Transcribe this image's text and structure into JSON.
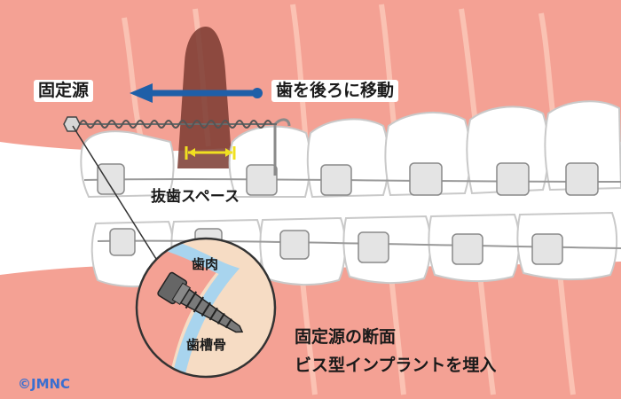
{
  "labels": {
    "anchorage": "固定源",
    "move_teeth_back": "歯を後ろに移動",
    "extraction_space": "抜歯スペース",
    "gum": "歯肉",
    "alveolar_bone": "歯槽骨",
    "caption_line1": "固定源の断面",
    "caption_line2": "ビス型インプラントを埋入",
    "copyright": "©JMNC"
  },
  "colors": {
    "gum": "#f4a194",
    "gum_dark": "#e88878",
    "tooth": "#ffffff",
    "tooth_outline": "#c9c9c9",
    "bracket": "#d8d8d8",
    "arrow_blue": "#1f5fa8",
    "extraction_root": "#7a3a30",
    "space_indicator": "#f0e020",
    "bone": "#f6dcc4",
    "membrane": "#a8d4ee",
    "copyright": "#3a6fd0"
  },
  "icons": {
    "screw": "implant-screw-icon",
    "arrow": "arrow-left-icon",
    "spring": "coil-spring-icon"
  }
}
